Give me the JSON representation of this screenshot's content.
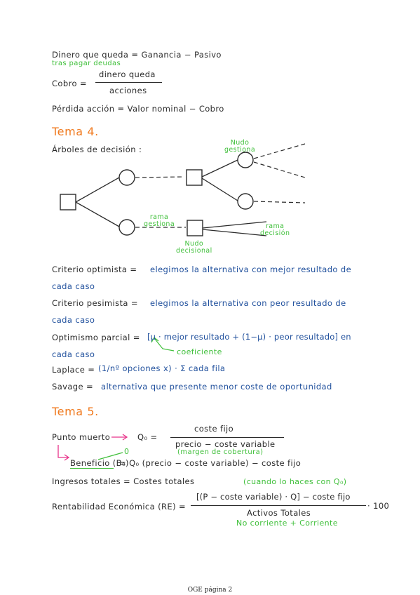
{
  "lines": {
    "dinero_que_queda": "Dinero que queda  =  Ganancia − Pasivo",
    "tras_pagar_deudas": "tras pagar deudas",
    "cobro_lhs": "Cobro  =",
    "cobro_num": "dinero queda",
    "cobro_den": "acciones",
    "perdida": "Pérdida acción  =  Valor nominal  −  Cobro"
  },
  "tema4": {
    "title": "Tema 4.",
    "arboles": "Árboles de decisión :",
    "nudo_gestiona": "Nudo\ngestiona",
    "rama_gestiona": "rama\ngestiona",
    "nudo_decisional": "Nudo\ndecisional",
    "rama_decision": "rama\ndecisión",
    "optimista_label": "Criterio optimista =",
    "optimista_text": "elegimos la alternativa con mejor resultado de",
    "optimista_text2": "cada caso",
    "pesimista_label": "Criterio pesimista =",
    "pesimista_text": "elegimos la alternativa con peor resultado de",
    "pesimista_text2": "cada caso",
    "optimismo_label": "Optimismo parcial =",
    "optimismo_text": "[μ · mejor resultado  +  (1−μ) · peor resultado] en",
    "optimismo_text2": "cada caso",
    "coeficiente": "coeficiente",
    "laplace_label": "Laplace =",
    "laplace_text": "(1/nº opciones x) · Σ cada fila",
    "savage_label": "Savage =",
    "savage_text": "alternativa que presente menor coste de oportunidad"
  },
  "tema5": {
    "title": "Tema 5.",
    "punto_muerto": "Punto muerto",
    "q0": "Q₀ =",
    "pm_num": "coste fijo",
    "pm_den": "precio − coste variable",
    "margen": "(margen de cobertura)",
    "zero": "0",
    "beneficio_label": "Beneficio (B₀)",
    "beneficio_text": "=  Q₀ (precio − coste variable) − coste fijo",
    "ingresos": "Ingresos totales  =  Costes totales",
    "ingresos_note": "(cuando lo haces con Q₀)",
    "rent_label": "Rentabilidad Económica (RE) =",
    "rent_num": "[(P − coste variable) · Q] − coste fijo",
    "rent_den": "Activos Totales",
    "rent_mult": "· 100",
    "rent_note": "No corriente + Corriente"
  },
  "footer": "OGE página 2"
}
